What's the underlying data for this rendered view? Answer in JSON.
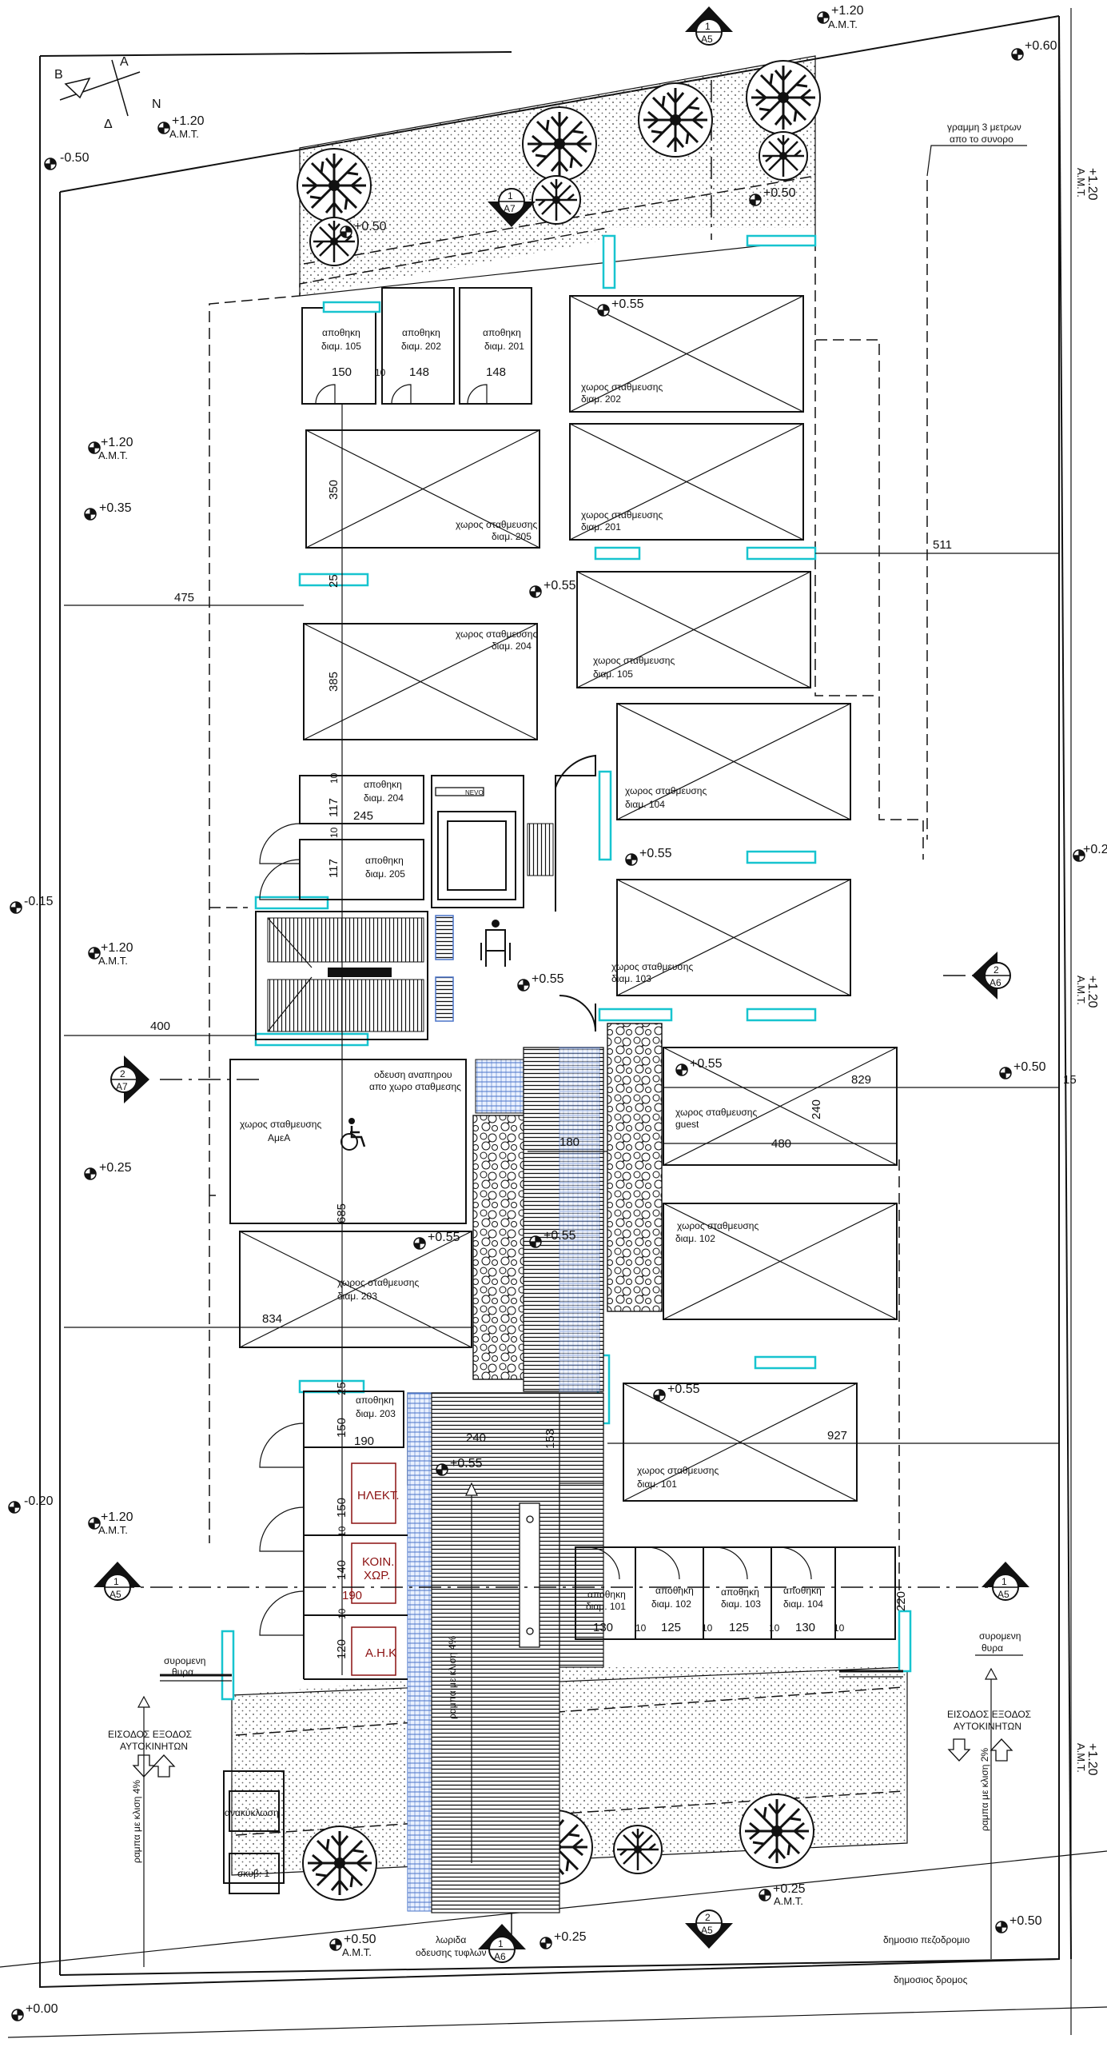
{
  "levels": {
    "top_right_amt": "+1.20",
    "amt": "A.M.T.",
    "p060": "+0.60",
    "p050_top": "+0.50",
    "p050_garden": "+0.50",
    "p050_rightside": "+0.50",
    "m050": "-0.50",
    "p120_left1": "+1.20",
    "p035": "+0.35",
    "m015": "-0.15",
    "p120_left2": "+1.20",
    "p025_left": "+0.25",
    "m020": "-0.20",
    "p120_left3": "+1.20",
    "p055_a": "+0.55",
    "p055_b": "+0.55",
    "p055_c": "+0.55",
    "p055_d": "+0.55",
    "p055_e": "+0.55",
    "p055_f": "+0.55",
    "p055_g": "+0.55",
    "p055_h": "+0.55",
    "p055_i": "+0.55",
    "p025_bottom": "+0.25",
    "p025_bottom2": "+0.25",
    "p050_bottom": "+0.50",
    "p050_bottom_right": "+0.50",
    "p000": "+0.00",
    "right_p120_a": "+1.20",
    "right_p120_b": "+1.20",
    "right_p120_c": "+1.20",
    "right_p02": "+0.2",
    "top_left_amt": "+1.20",
    "top_left_amt_label": "A.M.T."
  },
  "labels": {
    "boundary_note_1": "γραμμη 3 μετρων",
    "boundary_note_2": "απο το συνορο",
    "storage": "αποθηκη",
    "parking": "χωρος σταθμευσης",
    "apt_105": "διαμ. 105",
    "apt_202": "διαμ. 202",
    "apt_201": "διαμ. 201",
    "apt_205": "διαμ. 205",
    "apt_204": "διαμ. 204",
    "apt_104": "διαμ. 104",
    "apt_103": "διαμ. 103",
    "apt_203": "διαμ. 203",
    "apt_102": "διαμ. 102",
    "apt_101": "διαμ. 101",
    "guest": "guest",
    "disabled": "ΑμεΑ",
    "disabled_path_1": "οδευση αναπηρου",
    "disabled_path_2": "απο χωρο σταθμεσης",
    "elect": "ΗΛΕΚΤ.",
    "common_1": "ΚΟΙΝ.",
    "common_2": "ΧΩΡ.",
    "ahk": "Α.Η.Κ",
    "sliding_1": "συρομενη",
    "sliding_2": "θυρα",
    "entrance_1": "ΕΙΣΟΔΟΣ ΕΞΟΔΟΣ",
    "entrance_2": "ΑΥΤΟΚΙΝΗΤΩΝ",
    "ramp_4": "ραμπα με κλιση 4%",
    "ramp_2": "ραμπα με κλιση 2%",
    "ramp_mid": "ραμπα με κλιση 4%",
    "recycling": "ανακύκλωση",
    "bins": "σκυβ. 1",
    "tactile_1": "λωριδα",
    "tactile_2": "οδευσης τυφλων",
    "sidewalk": "δημοσιο πεζοδρομιο",
    "road": "δημοσιος δρομος",
    "lift_sign": "NEVO"
  },
  "dims": {
    "d150a": "150",
    "d10a": "10",
    "d148a": "148",
    "d148b": "148",
    "d350": "350",
    "d25a": "25",
    "d385": "385",
    "d475": "475",
    "d511": "511",
    "d10b": "10",
    "d117a": "117",
    "d245": "245",
    "d10c": "10",
    "d117b": "117",
    "d400": "400",
    "d829": "829",
    "d15": "15",
    "d240a": "240",
    "d480": "480",
    "d180": "180",
    "d685": "685",
    "d834": "834",
    "d25b": "25",
    "d150b": "150",
    "d190a": "190",
    "d240b": "240",
    "d153": "153",
    "d927": "927",
    "d150c": "150",
    "d10d": "10",
    "d140": "140",
    "d190b": "190",
    "d10e": "10",
    "d120": "120",
    "d220": "220",
    "d130a": "130",
    "d10f": "10",
    "d125a": "125",
    "d10g": "10",
    "d125b": "125",
    "d10h": "10",
    "d130b": "130",
    "d10i": "10"
  },
  "sections": {
    "a5": "1",
    "a5_sheet": "A5",
    "a7": "1",
    "a7_sheet": "A7",
    "a6r": "2",
    "a6r_sheet": "A6",
    "a7l": "2",
    "a7l_sheet": "A7",
    "a5l": "1",
    "a5l_sheet": "A5",
    "a5r": "1",
    "a5r_sheet": "A5",
    "a5b": "2",
    "a5b_sheet": "A5",
    "a6b": "1",
    "a6b_sheet": "A6"
  },
  "north": {
    "b": "B",
    "a": "A",
    "d": "Δ",
    "n": "N"
  },
  "colors": {
    "window": "#17c4cf",
    "ramp": "#4a74c8",
    "red_text": "#8b1111"
  }
}
